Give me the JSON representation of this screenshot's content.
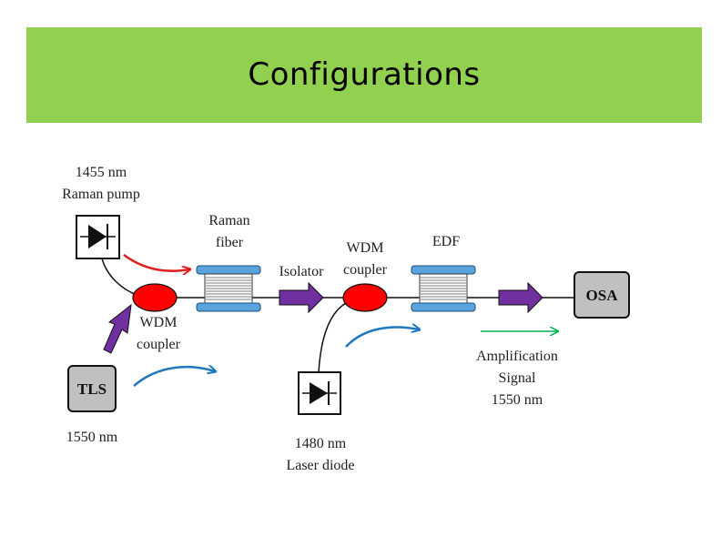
{
  "slide": {
    "title": "Configurations"
  },
  "diagram": {
    "raman_pump": [
      "1455 nm",
      "Raman pump"
    ],
    "raman_fiber": [
      "Raman",
      "fiber"
    ],
    "isolator": "Isolator",
    "wdm_coupler_2": [
      "WDM",
      "coupler"
    ],
    "edf": "EDF",
    "osa": "OSA",
    "wdm_coupler_1": [
      "WDM",
      "coupler"
    ],
    "tls": "TLS",
    "tls_wavelength": "1550 nm",
    "laser_diode": [
      "1480 nm",
      "Laser diode"
    ],
    "amplification": [
      "Amplification",
      "Signal",
      "1550 nm"
    ]
  },
  "colors": {
    "header": "#92d050",
    "coupler": "#ff0000",
    "fiber_spool": "#5ba3dd",
    "arrow_block": "#7030a0",
    "pump_arrow": "#e02020",
    "signal_arrow": "#1f78c0",
    "amp_arrow": "#00b050",
    "device_box": "#c0c0c0"
  }
}
